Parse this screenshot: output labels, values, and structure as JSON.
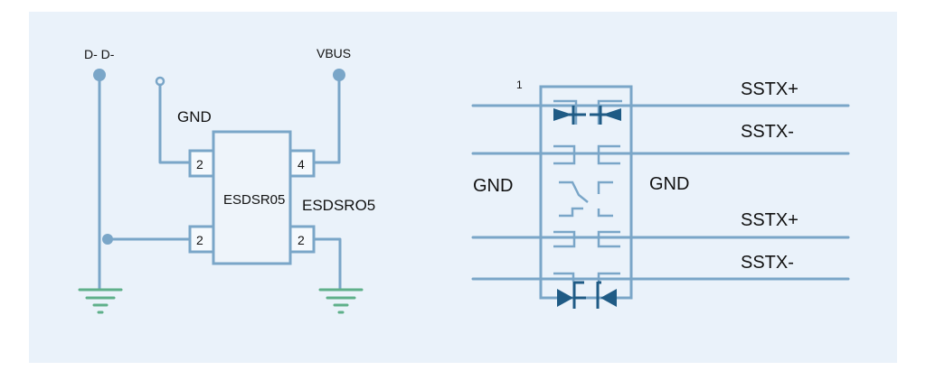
{
  "left_schematic": {
    "labels": {
      "dminus": "D- D-",
      "vbus": "VBUS",
      "gnd": "GND",
      "chip_name": "ESDSR05",
      "chip_side_label": "ESDSRO5"
    },
    "pins": {
      "top_left": "2",
      "top_right": "4",
      "bottom_left": "2",
      "bottom_right": "2"
    }
  },
  "right_schematic": {
    "pin_number": "1",
    "gnd_left": "GND",
    "gnd_right": "GND",
    "signals": [
      "SSTX+",
      "SSTX-",
      "SSTX+",
      "SSTX-"
    ]
  },
  "colors": {
    "panel_bg": "#eaf2fa",
    "wire": "#7aa6c8",
    "ground": "#5fb08a",
    "diode": "#1f5b85"
  }
}
